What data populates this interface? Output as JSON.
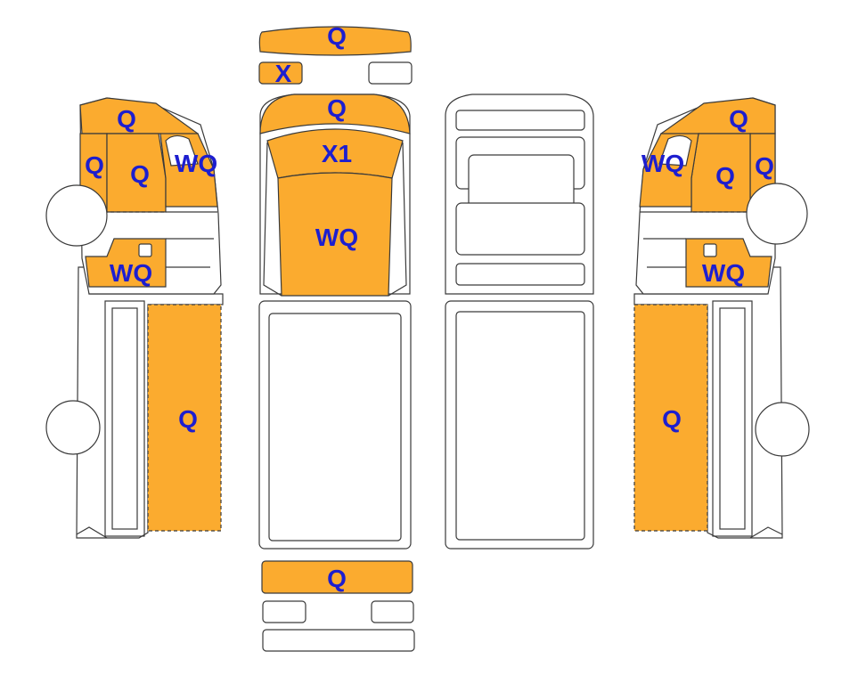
{
  "colors": {
    "fill": "#fbab2f",
    "label": "#1d1ecf",
    "outline": "#3a3a3a",
    "background": "#ffffff"
  },
  "labels": {
    "top_roof_cap": "Q",
    "top_front_small": "X",
    "top_hood": "Q",
    "top_windshield": "X1",
    "top_roof": "WQ",
    "top_rear_bumper": "Q",
    "left_cab_top": "Q",
    "left_cab_side": "Q",
    "left_cab_door": "Q",
    "left_cab_window": "WQ",
    "left_cab_lower": "WQ",
    "left_body_panel": "Q",
    "right_cab_top": "Q",
    "right_cab_side": "Q",
    "right_cab_door": "Q",
    "right_cab_window": "WQ",
    "right_cab_lower": "WQ",
    "right_body_panel": "Q"
  }
}
